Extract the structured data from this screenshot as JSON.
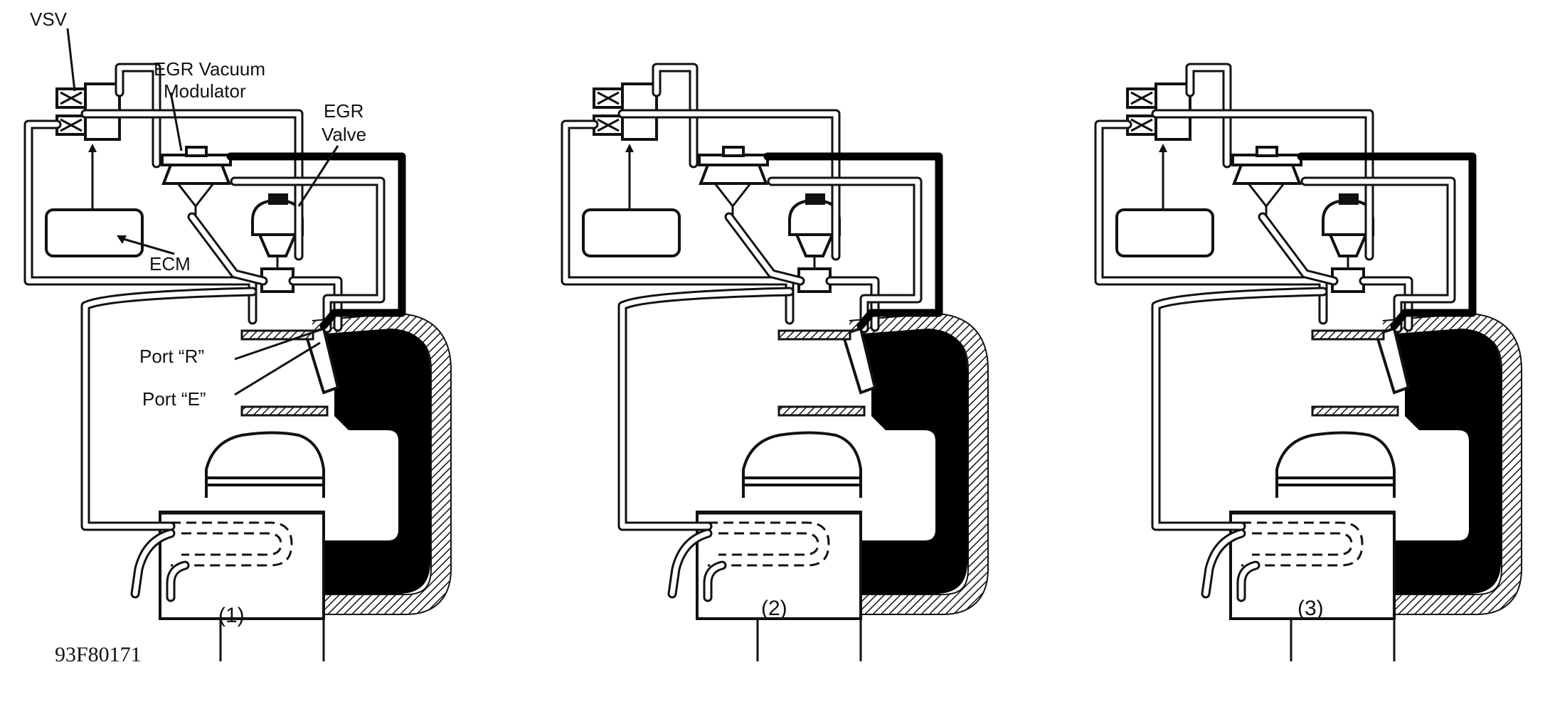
{
  "labels": {
    "vsv": "VSV",
    "modulator_line1": "EGR Vacuum",
    "modulator_line2": "Modulator",
    "valve_line1": "EGR",
    "valve_line2": "Valve",
    "ecm": "ECM",
    "port_r": "Port “R”",
    "port_e": "Port “E”"
  },
  "panels": [
    {
      "caption": "(1)"
    },
    {
      "caption": "(2)"
    },
    {
      "caption": "(3)"
    }
  ],
  "figure_code": "93F80171"
}
